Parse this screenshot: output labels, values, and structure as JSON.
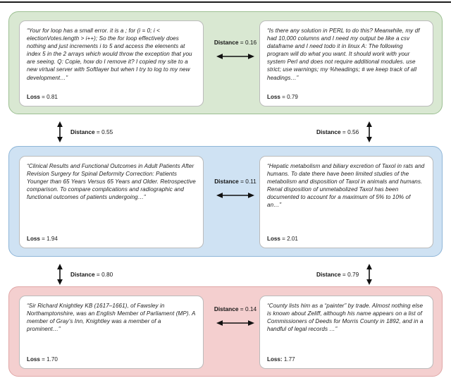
{
  "figure": {
    "clusters": [
      {
        "id": "cluster-green",
        "color": "#d9e8d2",
        "border_color": "#9cbf92",
        "intra_distance": {
          "label": "Distance",
          "separator": "=",
          "value": "0.16"
        },
        "left_card": {
          "text": "“Your for loop has a small error. it is a ; for (i = 0; i < electionVotes.length > i++); So the for loop effectively does nothing and just increments i to 5 and access the elements at index 5 in the 2 arrays which would throw the exception that you are seeing. Q: Copie, how do I remove it? I copied my site to a new virtual server with Softlayer but when I try to log to my new development…”",
          "loss_label": "Loss",
          "loss_separator": "=",
          "loss_value": "0.81"
        },
        "right_card": {
          "text": "“Is there any solution in PERL to do this? Meanwhile, my df had 10,000 columns and I need my output be like a csv dataframe and I need todo it in linux A: The following program will do what you want. It should work with your system Perl and does not require additional modules. use strict; use warnings; my %headings; # we keep track of all headings…”",
          "loss_label": "Loss",
          "loss_separator": "=",
          "loss_value": "0.79"
        }
      },
      {
        "id": "cluster-blue",
        "color": "#cfe2f3",
        "border_color": "#8fb6d8",
        "intra_distance": {
          "label": "Distance",
          "separator": "=",
          "value": "0.11"
        },
        "left_card": {
          "text": "“Clinical Results and Functional Outcomes in Adult Patients After Revision Surgery for Spinal Deformity Correction: Patients Younger than 65 Years Versus 65 Years and Older. Retrospective comparison. To compare complications and radiographic and functional outcomes of patients undergoing…”",
          "loss_label": "Loss",
          "loss_separator": "=",
          "loss_value": "1.94"
        },
        "right_card": {
          "text": "“Hepatic metabolism and biliary excretion of Taxol in rats and humans. To date there have been limited studies of the metabolism and disposition of Taxol in animals and humans. Renal disposition of unmetabolized Taxol has been documented to account for a maximum of 5% to 10% of an…”",
          "loss_label": "Loss",
          "loss_separator": "=",
          "loss_value": "2.01"
        }
      },
      {
        "id": "cluster-pink",
        "color": "#f4cfcf",
        "border_color": "#e0a7a7",
        "intra_distance": {
          "label": "Distance",
          "separator": "=",
          "value": "0.14"
        },
        "left_card": {
          "text": "“Sir Richard Knightley KB (1617–1661), of Fawsley in Northamptonshire, was an English Member of Parliament (MP). A member of Gray’s Inn, Knightley was a member of a prominent…”",
          "loss_label": "Loss",
          "loss_separator": "=",
          "loss_value": "1.70"
        },
        "right_card": {
          "text": "“County lists him as a “painter” by trade. Almost nothing else is known about Zeliff, although his name appears on a list of Commissioners of Deeds for Morris County in 1892, and in a handful of legal records …”",
          "loss_label": "Loss:",
          "loss_separator": "",
          "loss_value": "1.77"
        }
      }
    ],
    "inter_distances": [
      {
        "id": "green-blue-left",
        "label": "Distance",
        "separator": "=",
        "value": "0.55"
      },
      {
        "id": "green-blue-right",
        "label": "Distance",
        "separator": "=",
        "value": "0.56"
      },
      {
        "id": "blue-pink-left",
        "label": "Distance",
        "separator": "=",
        "value": "0.80"
      },
      {
        "id": "blue-pink-right",
        "label": "Distance",
        "separator": "=",
        "value": "0.79"
      }
    ]
  }
}
